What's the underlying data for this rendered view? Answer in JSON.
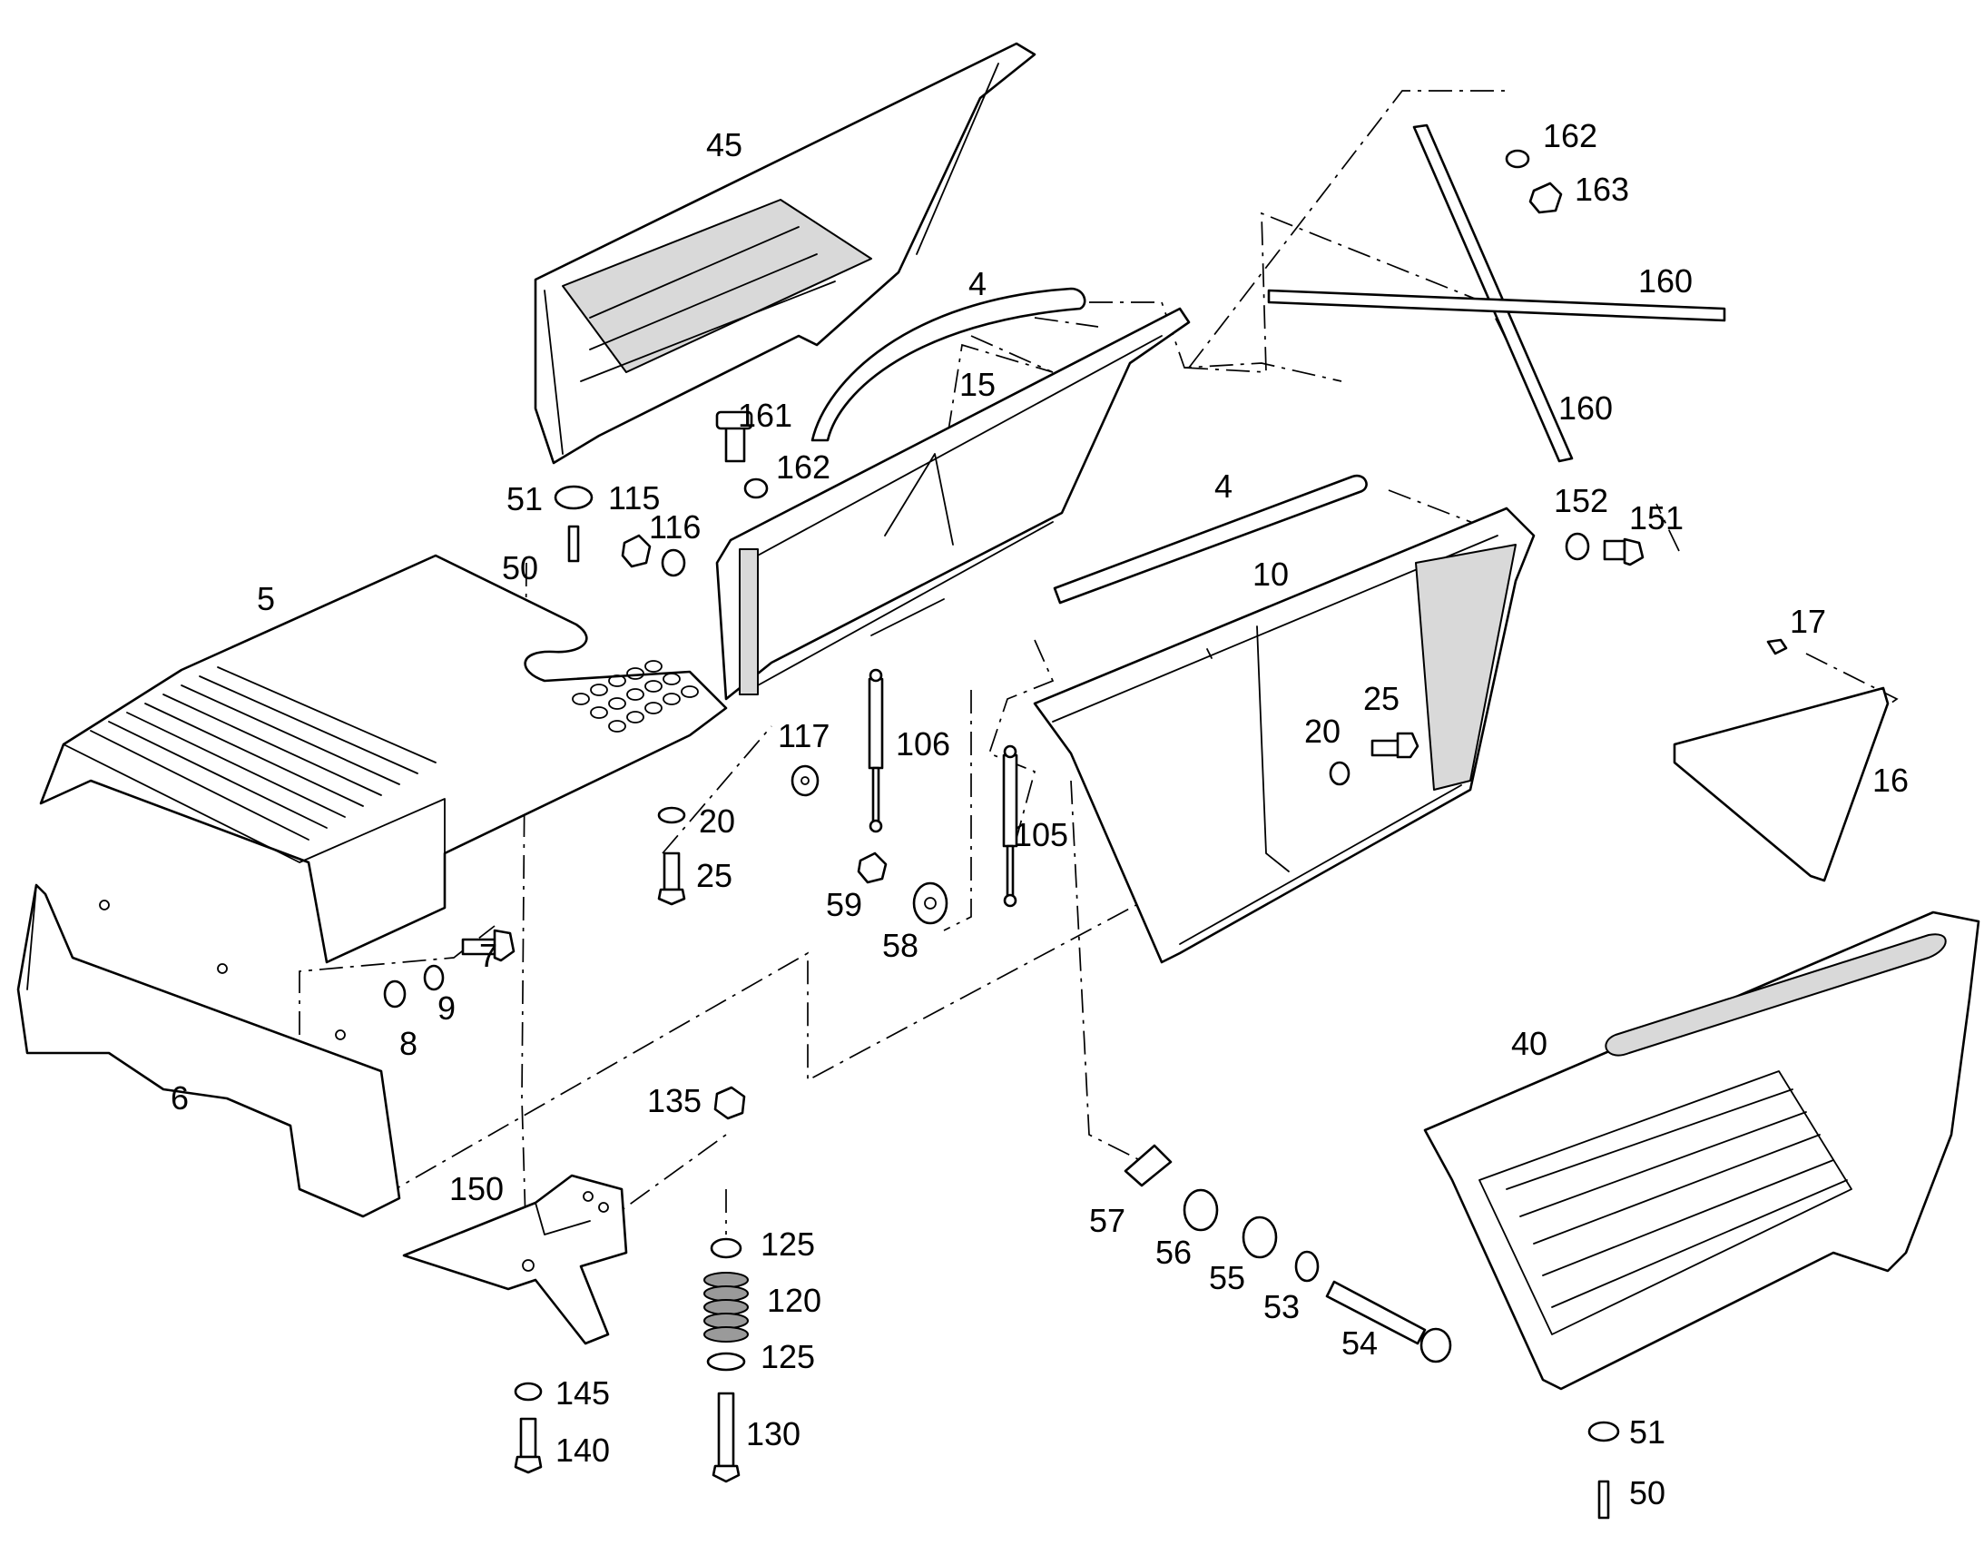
{
  "diagram": {
    "type": "exploded-parts-drawing",
    "callouts": [
      {
        "id": "c45",
        "text": "45"
      },
      {
        "id": "c4a",
        "text": "4"
      },
      {
        "id": "c15",
        "text": "15"
      },
      {
        "id": "c161",
        "text": "161"
      },
      {
        "id": "c162a",
        "text": "162"
      },
      {
        "id": "c162b",
        "text": "162"
      },
      {
        "id": "c163",
        "text": "163"
      },
      {
        "id": "c160a",
        "text": "160"
      },
      {
        "id": "c160b",
        "text": "160"
      },
      {
        "id": "c51a",
        "text": "51"
      },
      {
        "id": "c50a",
        "text": "50"
      },
      {
        "id": "c115",
        "text": "115"
      },
      {
        "id": "c116",
        "text": "116"
      },
      {
        "id": "c4b",
        "text": "4"
      },
      {
        "id": "c10",
        "text": "10"
      },
      {
        "id": "c152",
        "text": "152"
      },
      {
        "id": "c151",
        "text": "151"
      },
      {
        "id": "c5",
        "text": "5"
      },
      {
        "id": "c17",
        "text": "17"
      },
      {
        "id": "c16",
        "text": "16"
      },
      {
        "id": "c117",
        "text": "117"
      },
      {
        "id": "c106",
        "text": "106"
      },
      {
        "id": "c25a",
        "text": "25"
      },
      {
        "id": "c20a",
        "text": "20"
      },
      {
        "id": "c20b",
        "text": "20"
      },
      {
        "id": "c25b",
        "text": "25"
      },
      {
        "id": "c105",
        "text": "105"
      },
      {
        "id": "c59",
        "text": "59"
      },
      {
        "id": "c58",
        "text": "58"
      },
      {
        "id": "c7",
        "text": "7"
      },
      {
        "id": "c9",
        "text": "9"
      },
      {
        "id": "c8",
        "text": "8"
      },
      {
        "id": "c6",
        "text": "6"
      },
      {
        "id": "c40",
        "text": "40"
      },
      {
        "id": "c135",
        "text": "135"
      },
      {
        "id": "c150",
        "text": "150"
      },
      {
        "id": "c125a",
        "text": "125"
      },
      {
        "id": "c120",
        "text": "120"
      },
      {
        "id": "c125b",
        "text": "125"
      },
      {
        "id": "c130",
        "text": "130"
      },
      {
        "id": "c145",
        "text": "145"
      },
      {
        "id": "c140",
        "text": "140"
      },
      {
        "id": "c57",
        "text": "57"
      },
      {
        "id": "c56",
        "text": "56"
      },
      {
        "id": "c55",
        "text": "55"
      },
      {
        "id": "c53",
        "text": "53"
      },
      {
        "id": "c54",
        "text": "54"
      },
      {
        "id": "c51b",
        "text": "51"
      },
      {
        "id": "c50b",
        "text": "50"
      }
    ]
  }
}
